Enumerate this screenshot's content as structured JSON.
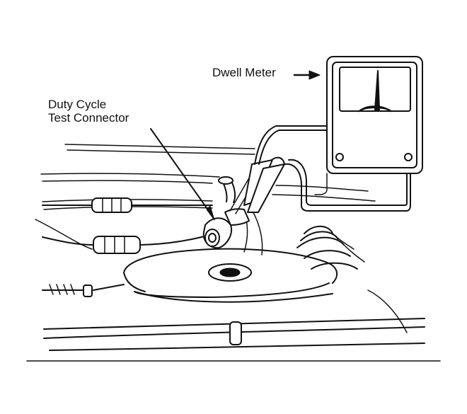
{
  "labels": {
    "dwell_meter": "Dwell Meter",
    "duty_cycle_line1": "Duty Cycle",
    "duty_cycle_line2": "Test Connector"
  },
  "colors": {
    "ink": "#111111",
    "paper": "#ffffff"
  }
}
